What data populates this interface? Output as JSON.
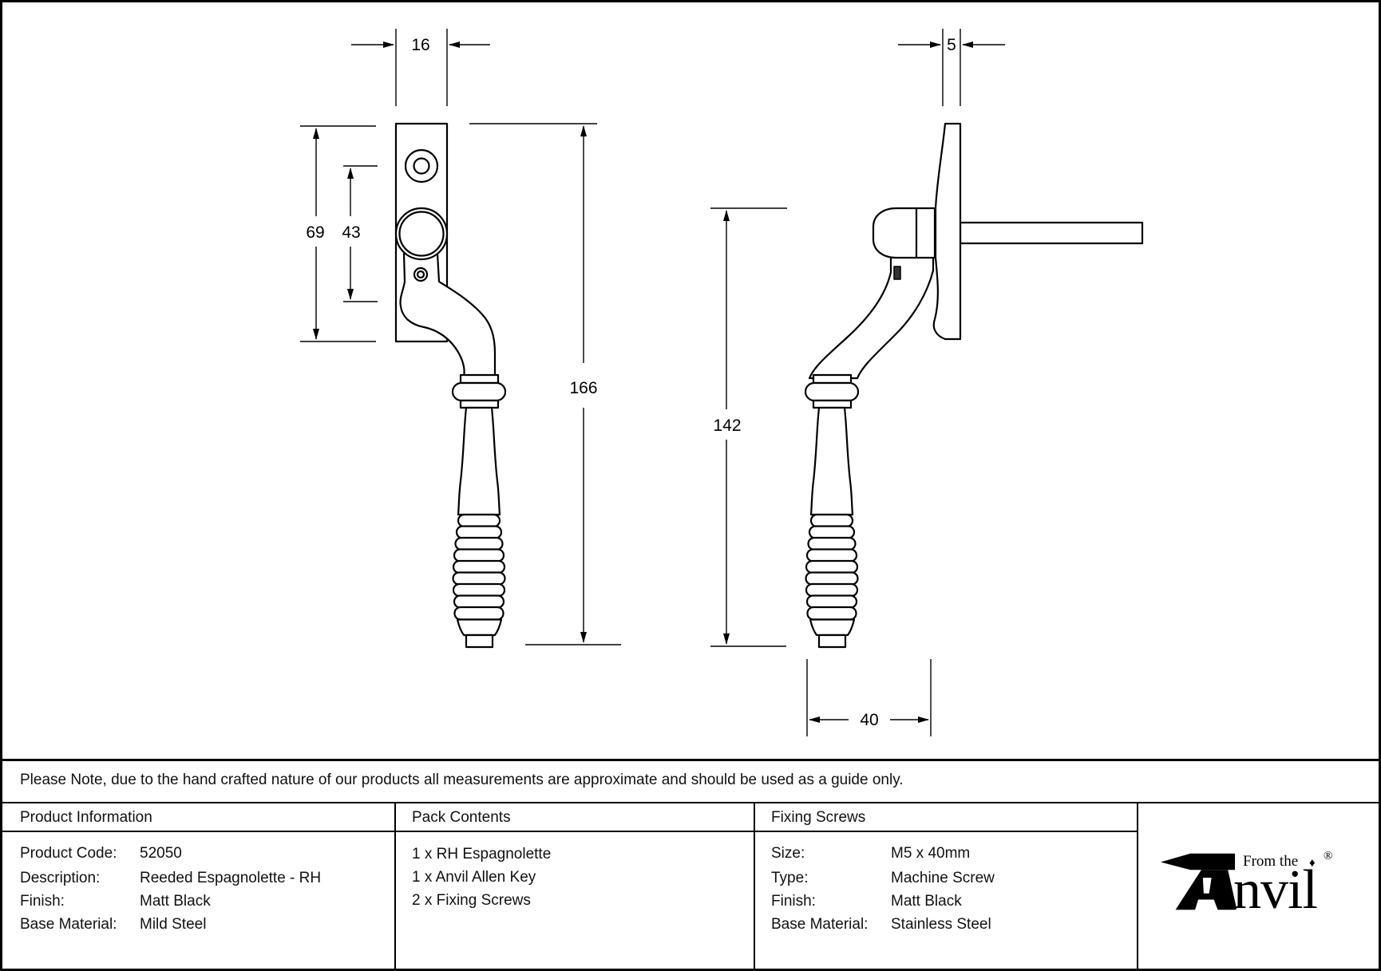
{
  "note": "Please Note, due to the hand crafted nature of our products all measurements are approximate and should be used as a guide only.",
  "dimensions": {
    "front": {
      "plate_width": "16",
      "plate_length": "69",
      "hole_spacing": "43",
      "overall_length": "166"
    },
    "side": {
      "plate_thickness": "5",
      "length": "142",
      "projection": "40"
    }
  },
  "table": {
    "product_information": {
      "title": "Product Information",
      "rows": [
        {
          "label": "Product Code:",
          "value": "52050"
        },
        {
          "label": "Description:",
          "value": "Reeded Espagnolette - RH"
        },
        {
          "label": "Finish:",
          "value": "Matt Black"
        },
        {
          "label": "Base Material:",
          "value": "Mild Steel"
        }
      ]
    },
    "pack_contents": {
      "title": "Pack Contents",
      "items": [
        "1 x RH Espagnolette",
        "1 x Anvil Allen Key",
        "2 x Fixing Screws"
      ]
    },
    "fixing_screws": {
      "title": "Fixing Screws",
      "rows": [
        {
          "label": "Size:",
          "value": "M5 x 40mm"
        },
        {
          "label": "Type:",
          "value": "Machine Screw"
        },
        {
          "label": "Finish:",
          "value": "Matt Black"
        },
        {
          "label": "Base Material:",
          "value": "Stainless Steel"
        }
      ]
    }
  },
  "logo": {
    "tagline": "From the",
    "diamond": "♦",
    "brand_suffix": "nvil",
    "registered": "®"
  },
  "colors": {
    "line": "#000000",
    "background": "#ffffff"
  }
}
